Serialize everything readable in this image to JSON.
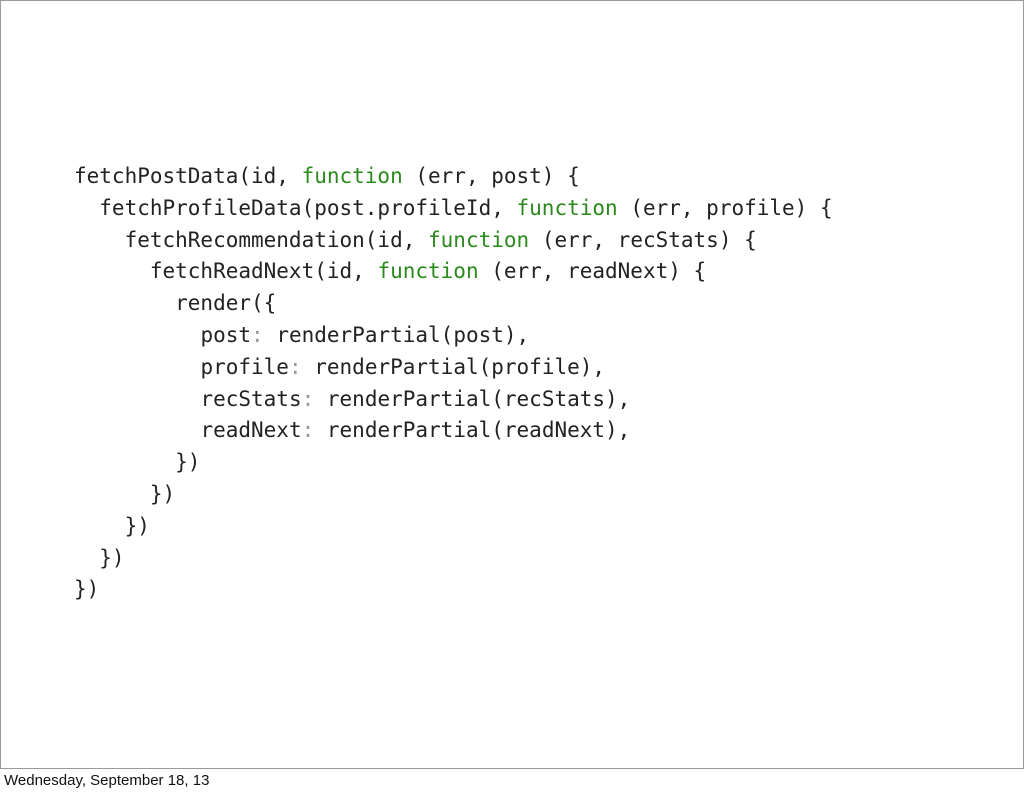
{
  "slide": {
    "footer_date": "Wednesday, September 18, 13",
    "code_lines": [
      [
        {
          "t": "plain",
          "s": "fetchPostData(id, "
        },
        {
          "t": "kw",
          "s": "function"
        },
        {
          "t": "plain",
          "s": " (err, post) {"
        }
      ],
      [
        {
          "t": "plain",
          "s": "  fetchProfileData(post.profileId, "
        },
        {
          "t": "kw",
          "s": "function"
        },
        {
          "t": "plain",
          "s": " (err, profile) {"
        }
      ],
      [
        {
          "t": "plain",
          "s": "    fetchRecommendation(id, "
        },
        {
          "t": "kw",
          "s": "function"
        },
        {
          "t": "plain",
          "s": " (err, recStats) {"
        }
      ],
      [
        {
          "t": "plain",
          "s": "      fetchReadNext(id, "
        },
        {
          "t": "kw",
          "s": "function"
        },
        {
          "t": "plain",
          "s": " (err, readNext) {"
        }
      ],
      [
        {
          "t": "plain",
          "s": "        render({"
        }
      ],
      [
        {
          "t": "plain",
          "s": "          "
        },
        {
          "t": "key",
          "s": "post"
        },
        {
          "t": "colon",
          "s": ":"
        },
        {
          "t": "plain",
          "s": " renderPartial(post),"
        }
      ],
      [
        {
          "t": "plain",
          "s": "          "
        },
        {
          "t": "key",
          "s": "profile"
        },
        {
          "t": "colon",
          "s": ":"
        },
        {
          "t": "plain",
          "s": " renderPartial(profile),"
        }
      ],
      [
        {
          "t": "plain",
          "s": "          "
        },
        {
          "t": "key",
          "s": "recStats"
        },
        {
          "t": "colon",
          "s": ":"
        },
        {
          "t": "plain",
          "s": " renderPartial(recStats),"
        }
      ],
      [
        {
          "t": "plain",
          "s": "          "
        },
        {
          "t": "key",
          "s": "readNext"
        },
        {
          "t": "colon",
          "s": ":"
        },
        {
          "t": "plain",
          "s": " renderPartial(readNext),"
        }
      ],
      [
        {
          "t": "plain",
          "s": "        })"
        }
      ],
      [
        {
          "t": "plain",
          "s": "      })"
        }
      ],
      [
        {
          "t": "plain",
          "s": "    })"
        }
      ],
      [
        {
          "t": "plain",
          "s": "  })"
        }
      ],
      [
        {
          "t": "plain",
          "s": "})"
        }
      ]
    ]
  },
  "colors": {
    "keyword": "#2a8a1c",
    "colon": "#9a9a9a",
    "text": "#222222",
    "border": "#9a9a9a"
  }
}
